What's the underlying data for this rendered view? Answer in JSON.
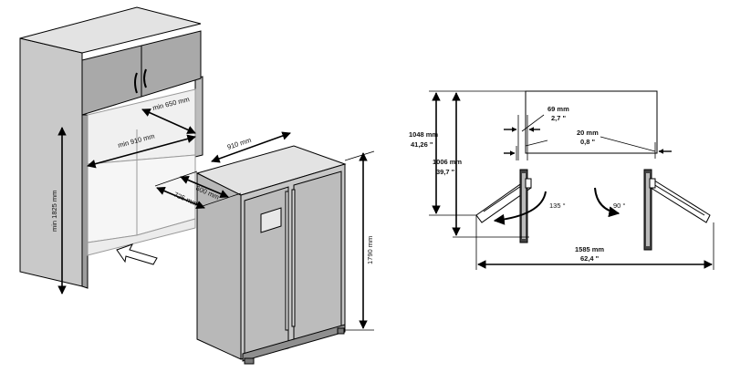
{
  "left_figure": {
    "labels": {
      "cab_depth": "min 650 mm",
      "cab_width": "min  910 mm",
      "cab_height": "min 1825 mm",
      "fr_width": "910 mm",
      "fr_depth1": "600 mm",
      "fr_depth2": "725 mm",
      "fr_height": "1790 mm"
    }
  },
  "right_figure": {
    "labels": {
      "h1": "1048 mm",
      "h1_in": "41,26 \"",
      "h2": "1006 mm",
      "h2_in": "39,7 \"",
      "gap_left": "69 mm",
      "gap_left_in": "2,7 \"",
      "gap_right": "20 mm",
      "gap_right_in": "0,8 \"",
      "angle_left": "135 °",
      "angle_right": "90 °",
      "width": "1585 mm",
      "width_in": "62,4 \""
    }
  }
}
